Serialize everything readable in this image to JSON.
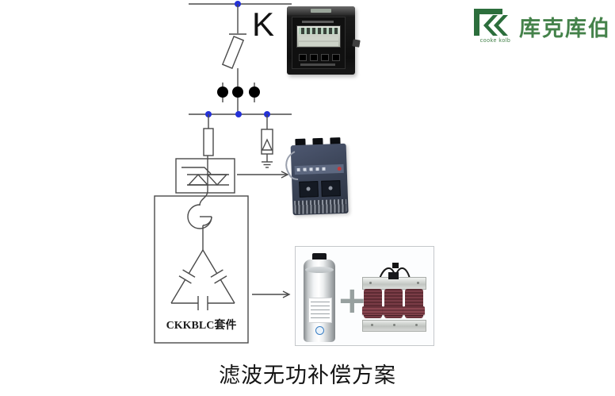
{
  "brand": {
    "name_cn": "库克库伯",
    "name_en": "cooke kolb",
    "icon": "double-chevron-k-icon",
    "icon_color": "#2c6e3c",
    "text_color": "#44824a"
  },
  "diagram": {
    "breaker_label": "K",
    "kit_label": "CKKBLC套件",
    "line_color": "#4a4a4a",
    "node_color": "#2431d8",
    "symbols": [
      "isolator-switch",
      "fuse",
      "current-transformers",
      "thyristor-switch",
      "surge-arrester",
      "ground",
      "series-reactor",
      "delta-capacitor-bank"
    ]
  },
  "products": {
    "meter": "power-factor-controller-photo",
    "switch_module": "thyristor-switching-module-photo",
    "capacitor": "cylindrical-capacitor-photo",
    "reactor": "three-phase-filter-reactor-photo",
    "plus_label": "+"
  },
  "footer": {
    "title": "滤波无功补偿方案"
  }
}
